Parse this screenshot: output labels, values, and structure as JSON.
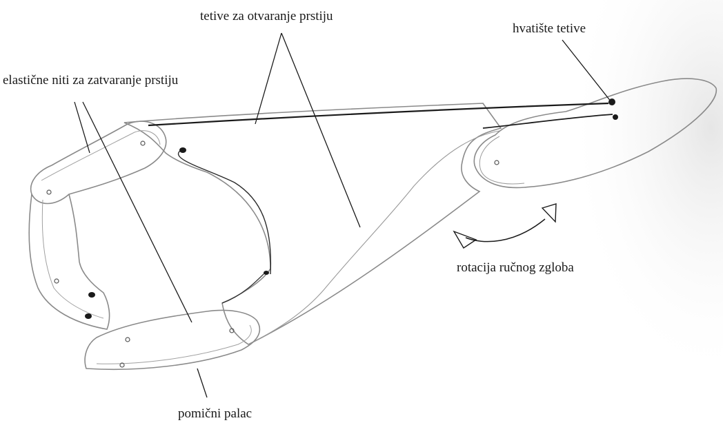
{
  "labels": {
    "opening_tendons": "tetive za otvaranje prstiju",
    "tendon_attachment": "hvatište tetive",
    "closing_elastics": "elastične niti za zatvaranje prstiju",
    "wrist_rotation": "rotacija ručnog zgloba",
    "movable_thumb": "pomični palac"
  },
  "colors": {
    "outline": "#8a8a8a",
    "ink": "#1a1a1a",
    "shading": "#ececec"
  }
}
